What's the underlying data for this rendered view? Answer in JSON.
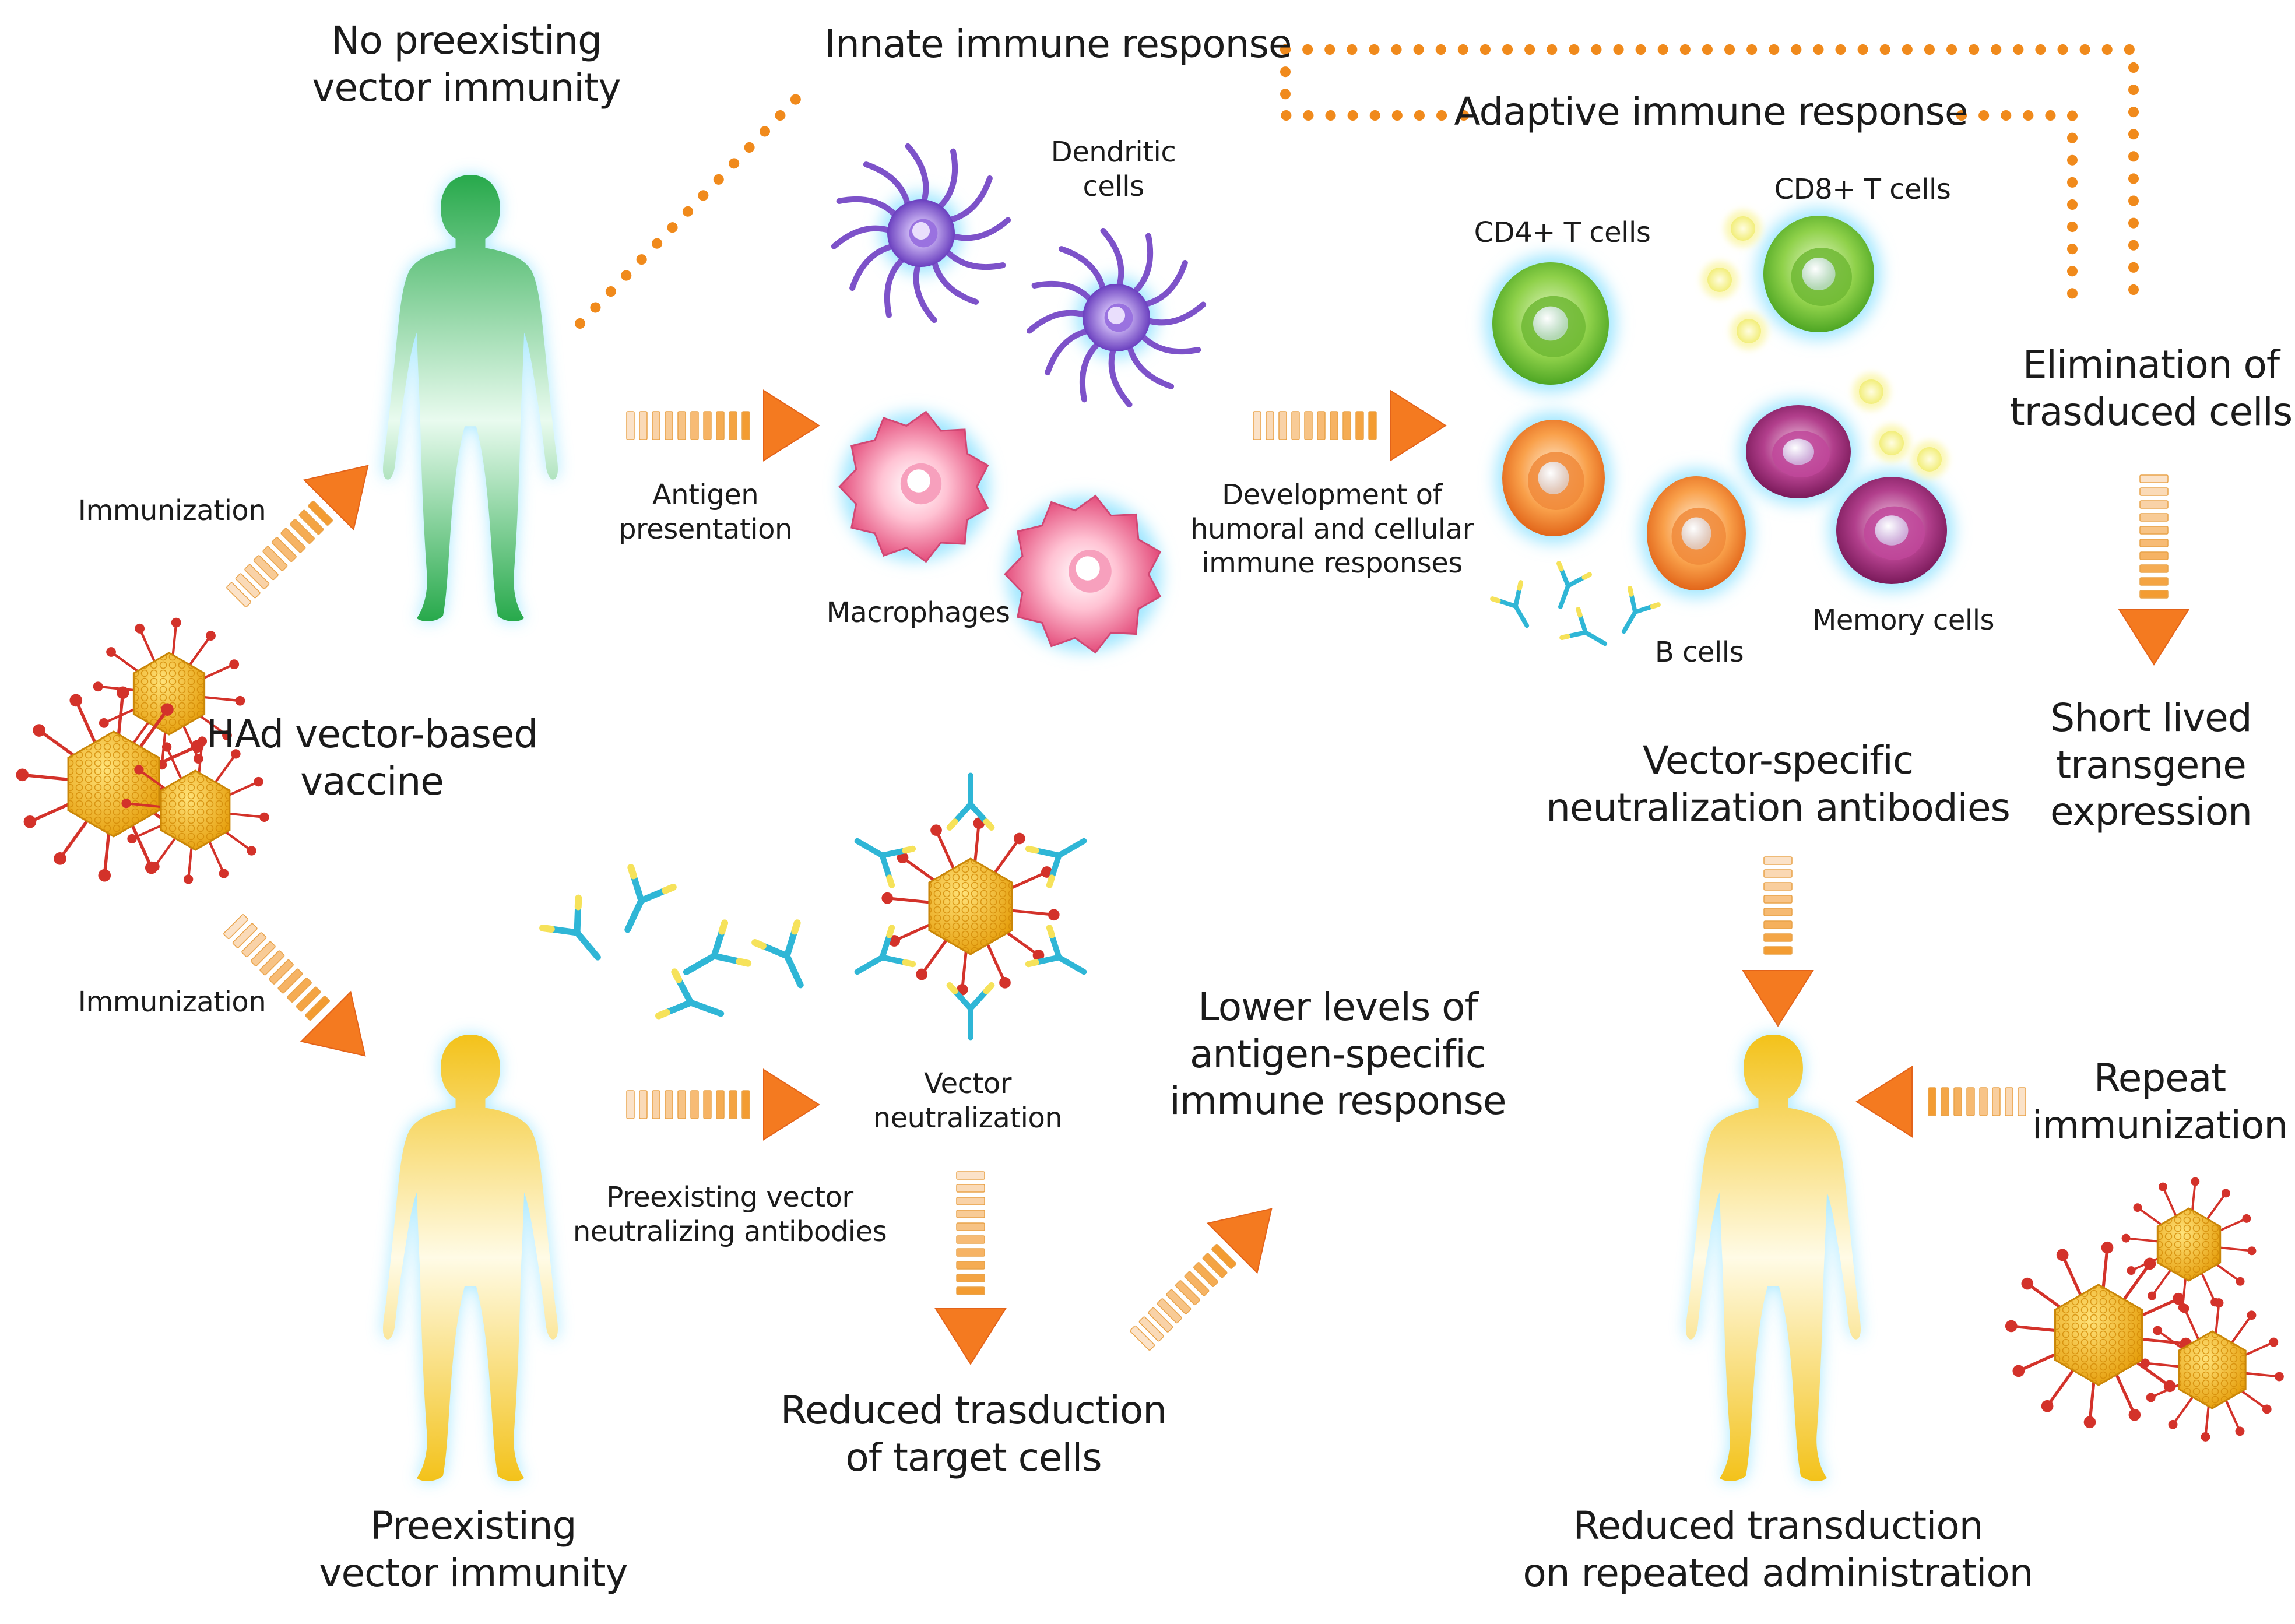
{
  "labels": {
    "no_preexisting": [
      "No preexisting",
      "vector immunity"
    ],
    "innate": "Innate immune response",
    "adaptive": "Adaptive immune response",
    "dendritic": [
      "Dendritic",
      "cells"
    ],
    "cd4": "CD4+ T cells",
    "cd8": "CD8+ T cells",
    "elimination": [
      "Elimination of",
      "trasduced cells"
    ],
    "immunization_top": "Immunization",
    "antigen_presentation": [
      "Antigen",
      "presentation"
    ],
    "macrophages": "Macrophages",
    "development": [
      "Development of",
      "humoral and cellular",
      "immune responses"
    ],
    "b_cells": "B cells",
    "memory_cells": "Memory cells",
    "had_vaccine": [
      "HAd vector-based",
      "vaccine"
    ],
    "short_lived": [
      "Short lived",
      "transgene",
      "expression"
    ],
    "vector_specific": [
      "Vector-specific",
      "neutralization antibodies"
    ],
    "immunization_bottom": "Immunization",
    "lower_levels": [
      "Lower levels of",
      "antigen-specific",
      "immune response"
    ],
    "vector_neutralization": [
      "Vector",
      "neutralization"
    ],
    "repeat": [
      "Repeat",
      "immunization"
    ],
    "preexisting_nab": [
      "Preexisting vector",
      "neutralizing antibodies"
    ],
    "reduced_trasduction": [
      "Reduced trasduction",
      "of target cells"
    ],
    "preexisting_immunity": [
      "Preexisting",
      "vector immunity"
    ],
    "reduced_transduction": [
      "Reduced transduction",
      "on repeated administration"
    ]
  },
  "colors": {
    "green_body": "#2fb55a",
    "yellow_body": "#f2c21a",
    "glow": "#9fe6ff",
    "dotted_line": "#f08a1c",
    "arrow_head": "#f47a20",
    "arrow_stripe": "#f4b43a",
    "dendritic": "#7b4fc6",
    "macrophage": "#f06a90",
    "cd4": "#6fc23a",
    "cd8": "#7ccf4a",
    "b_cell": "#f58a2a",
    "memory": "#a02a7a",
    "antibody": "#2fb6d6",
    "virus": "#f3b51b",
    "spike": "#d3322a"
  }
}
